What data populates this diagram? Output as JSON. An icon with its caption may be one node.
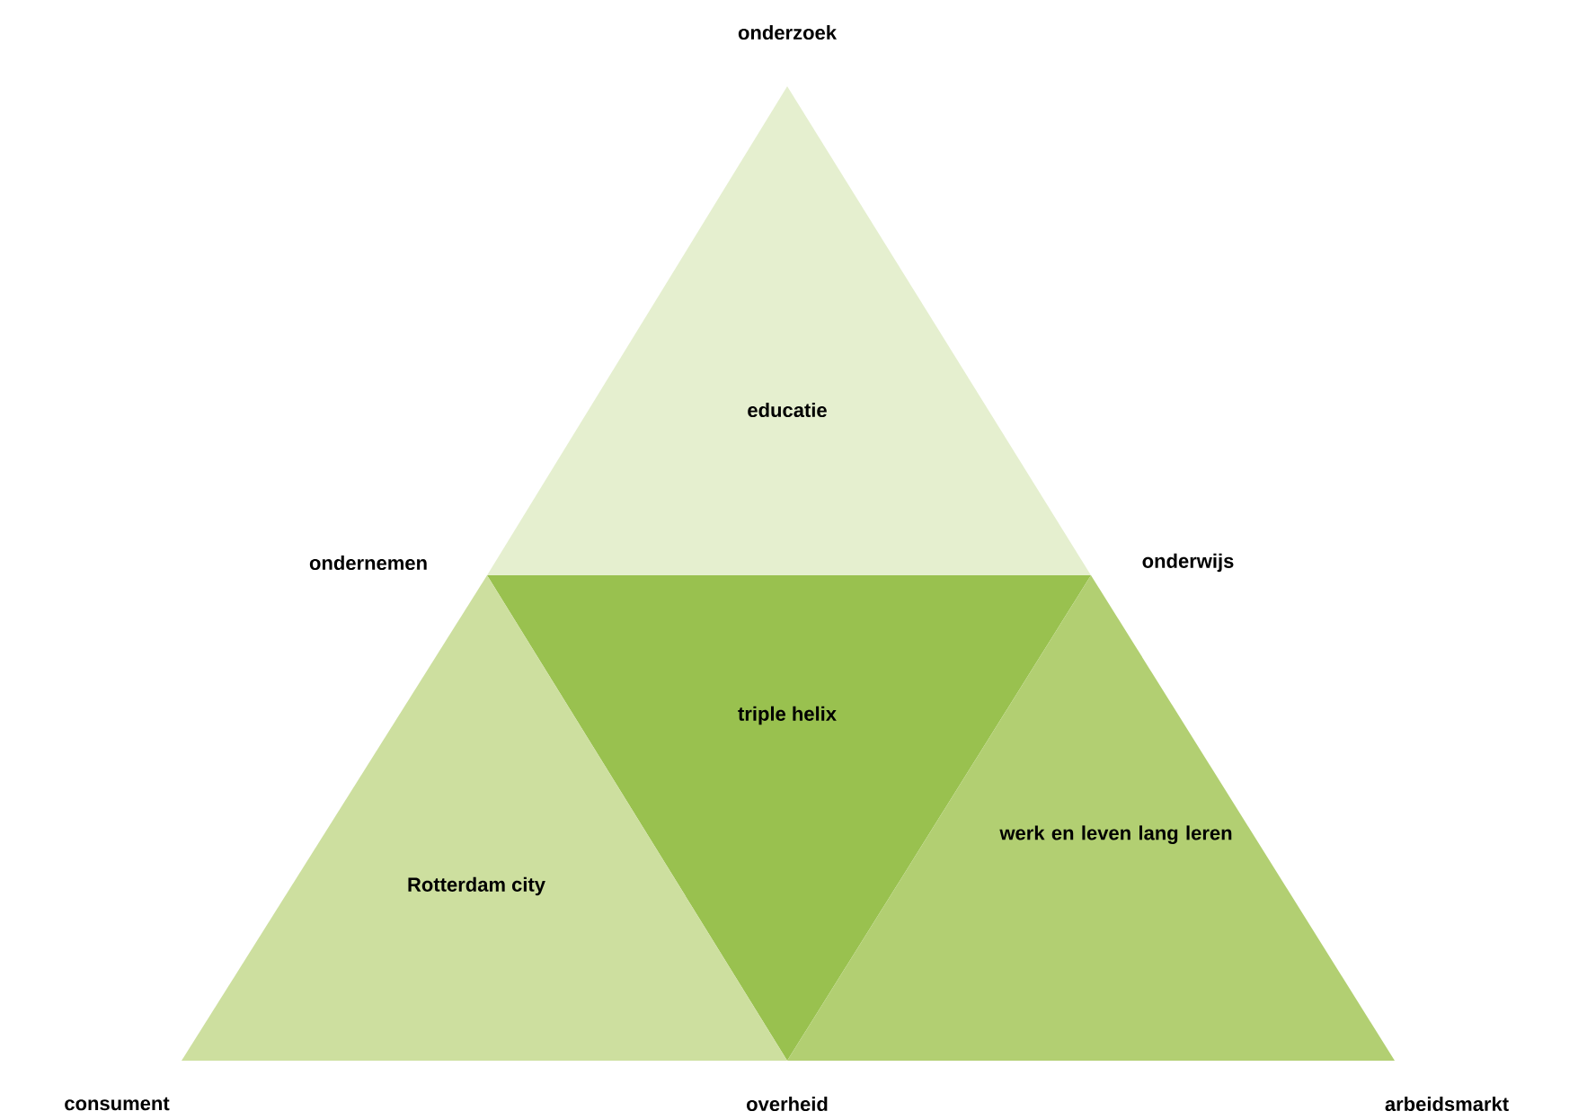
{
  "diagram": {
    "nodes": [
      {
        "text": [
          "educatie"
        ]
      },
      {
        "text": [
          "triple helix"
        ]
      },
      {
        "text": [
          "Rotterdam city"
        ]
      },
      {
        "text": [
          "werk en leven lang leren"
        ]
      }
    ],
    "labels": [
      "onderzoek",
      "ondernemen",
      "onderwijs",
      "consument",
      "overheid",
      "arbeidsmarkt"
    ]
  }
}
